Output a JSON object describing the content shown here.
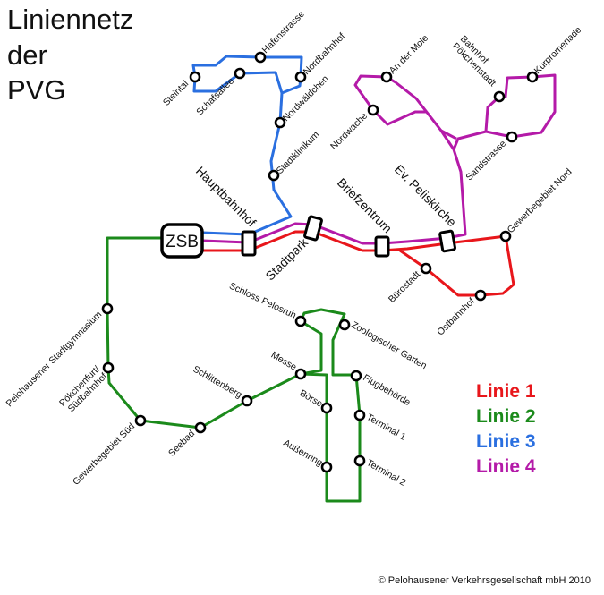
{
  "title": [
    "Liniennetz",
    "der",
    "PVG"
  ],
  "hub": "ZSB",
  "interchanges": {
    "hauptbahnhof": "Hauptbahnhof",
    "stadtpark": "Stadtpark",
    "briefzentrum": "Briefzentrum",
    "peliskirche": "Ev. Peliskirche"
  },
  "stations": {
    "steintal": "Steintal",
    "schafsallee": "Schafsallee",
    "hafenstrasse": "Hafenstrasse",
    "nordbahnhof": "Nordbahnhof",
    "nordwaeldchen": "Nordwäldchen",
    "stadtklinikum": "Stadtklinikum",
    "an_der_mole": "An der Mole",
    "nordwache": "Nordwache",
    "bahnhof_1": "Bahnhof",
    "bahnhof_2": "Pökchenstadt",
    "kurpromenade": "Kurpromenade",
    "sandstrasse": "Sandstrasse",
    "gewerbegebiet_nord": "Gewerbegebiet Nord",
    "buerostadt": "Bürostadt",
    "ostbahnhof": "Ostbahnhof",
    "stadtgymnasium": "Pelohausener Stadtgymnasium",
    "poekchenfurt_1": "Pökchenfurt/",
    "poekchenfurt_2": "Südbahnhof",
    "gewerbegebiet_sued": "Gewerbegebiet Süd",
    "seebad": "Seebad",
    "schlittenberg": "Schlittenberg",
    "messe": "Messe",
    "schloss": "Schloss Pelosruh",
    "zoo": "Zoologischer Garten",
    "flugbehoerde": "Flugbehörde",
    "boerse": "Börse",
    "terminal1": "Terminal 1",
    "aussenring": "Außenring",
    "terminal2": "Terminal 2"
  },
  "legend": [
    {
      "label": "Linie 1",
      "color": "#e8161b"
    },
    {
      "label": "Linie 2",
      "color": "#1b8a1b"
    },
    {
      "label": "Linie 3",
      "color": "#2a6fe0"
    },
    {
      "label": "Linie 4",
      "color": "#b41aa8"
    }
  ],
  "copyright": "© Pelohausener Verkehrsgesellschaft mbH 2010"
}
